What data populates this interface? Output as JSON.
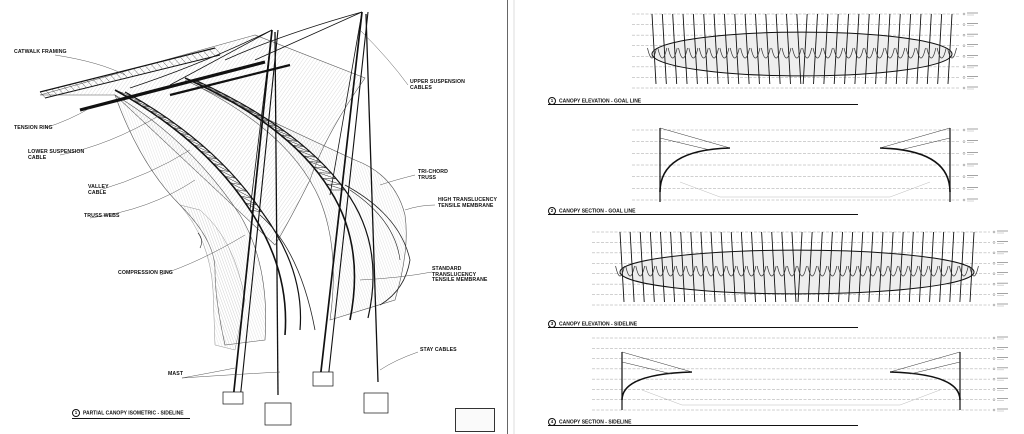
{
  "left": {
    "callouts": [
      {
        "id": "catwalk",
        "text": "CATWALK FRAMING"
      },
      {
        "id": "tension",
        "text": "TENSION RING"
      },
      {
        "id": "lower",
        "text": "LOWER SUSPENSION\nCABLE"
      },
      {
        "id": "valley",
        "text": "VALLEY\nCABLE"
      },
      {
        "id": "webs",
        "text": "TRUSS WEBS"
      },
      {
        "id": "compression",
        "text": "COMPRESSION RING"
      },
      {
        "id": "upper",
        "text": "UPPER SUSPENSION\nCABLES"
      },
      {
        "id": "trichord",
        "text": "TRI-CHORD\nTRUSS"
      },
      {
        "id": "hightrans",
        "text": "HIGH TRANSLUCENCY\nTENSILE MEMBRANE"
      },
      {
        "id": "stdtrans",
        "text": "STANDARD TRANSLUCENCY\nTENSILE MEMBRANE"
      },
      {
        "id": "stay",
        "text": "STAY CABLES"
      },
      {
        "id": "mast",
        "text": "MAST"
      }
    ],
    "title": {
      "number": "1",
      "text": "PARTIAL CANOPY ISOMETRIC - SIDELINE"
    }
  },
  "right": {
    "views": [
      {
        "number": "1",
        "title": "CANOPY ELEVATION - GOAL LINE"
      },
      {
        "number": "2",
        "title": "CANOPY SECTION - GOAL LINE"
      },
      {
        "number": "3",
        "title": "CANOPY ELEVATION - SIDELINE"
      },
      {
        "number": "4",
        "title": "CANOPY SECTION - SIDELINE"
      }
    ]
  }
}
